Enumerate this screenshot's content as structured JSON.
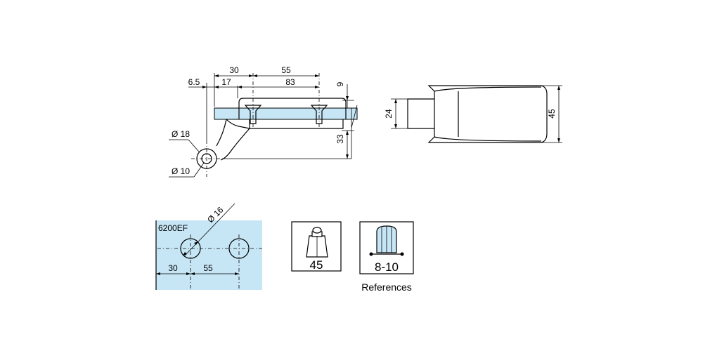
{
  "colors": {
    "glass": "#c6e6f6",
    "line": "#000000",
    "background": "#ffffff"
  },
  "side_view": {
    "dim_30": "30",
    "dim_55": "55",
    "dim_6_5": "6.5",
    "dim_17": "17",
    "dim_83": "83",
    "dim_9": "9",
    "dim_33": "33",
    "dia_18": "Ø 18",
    "dia_10": "Ø 10"
  },
  "top_view": {
    "dim_24": "24",
    "dim_45": "45"
  },
  "hole_pattern": {
    "model": "6200EF",
    "dia_16": "Ø 16",
    "dim_30": "30",
    "dim_55": "55"
  },
  "icons": {
    "angle_label": "45",
    "glass_thickness_label": "8-10",
    "references_label": "References"
  }
}
